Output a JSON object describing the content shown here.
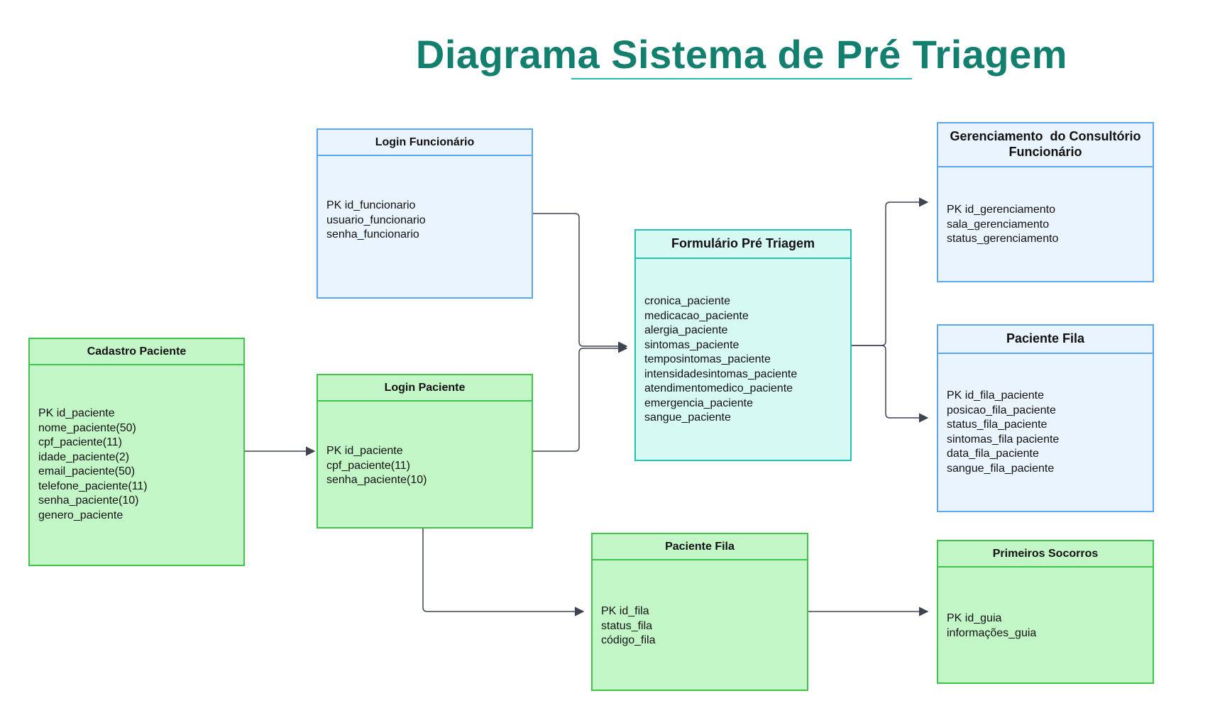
{
  "title": "Diagrama Sistema de Pré Triagem",
  "colors": {
    "title": "#13806f",
    "green_fill": "#c3f6c6",
    "green_border": "#3ec44b",
    "blue_fill": "#eaf4fe",
    "blue_border": "#5aa6ef",
    "teal_fill": "#d7f9f3",
    "teal_border": "#27bfae",
    "connector": "#3d4450"
  },
  "entities": {
    "cadastro_paciente": {
      "title": "Cadastro Paciente",
      "fields": [
        "PK id_paciente",
        "nome_paciente(50)",
        "cpf_paciente(11)",
        "idade_paciente(2)",
        "email_paciente(50)",
        "telefone_paciente(11)",
        "senha_paciente(10)",
        "genero_paciente"
      ]
    },
    "login_funcionario": {
      "title": "Login Funcionário",
      "fields": [
        "PK id_funcionario",
        "usuario_funcionario",
        "senha_funcionario"
      ]
    },
    "login_paciente": {
      "title": "Login Paciente",
      "fields": [
        "PK id_paciente",
        "cpf_paciente(11)",
        "senha_paciente(10)"
      ]
    },
    "formulario_pre_triagem": {
      "title": "Formulário Pré Triagem",
      "fields": [
        "cronica_paciente",
        "medicacao_paciente",
        "alergia_paciente",
        "sintomas_paciente",
        "temposintomas_paciente",
        "intensidadesintomas_paciente",
        "atendimentomedico_paciente",
        "emergencia_paciente",
        "sangue_paciente"
      ]
    },
    "gerenciamento_consultorio": {
      "title": "Gerenciamento  do Consultório Funcionário",
      "fields": [
        "PK id_gerenciamento",
        "sala_gerenciamento",
        "status_gerenciamento"
      ]
    },
    "paciente_fila_blue": {
      "title": "Paciente Fila",
      "fields": [
        "PK id_fila_paciente",
        "posicao_fila_paciente",
        "status_fila_paciente",
        "sintomas_fila paciente",
        "data_fila_paciente",
        "sangue_fila_paciente"
      ]
    },
    "paciente_fila_green": {
      "title": "Paciente Fila",
      "fields": [
        "PK id_fila",
        "status_fila",
        "código_fila"
      ]
    },
    "primeiros_socorros": {
      "title": "Primeiros Socorros",
      "fields": [
        "PK id_guia",
        "informações_guia"
      ]
    }
  },
  "relationships": [
    {
      "from": "cadastro_paciente",
      "to": "login_paciente"
    },
    {
      "from": "login_funcionario",
      "to": "formulario_pre_triagem"
    },
    {
      "from": "login_paciente",
      "to": "formulario_pre_triagem"
    },
    {
      "from": "formulario_pre_triagem",
      "to": "gerenciamento_consultorio"
    },
    {
      "from": "formulario_pre_triagem",
      "to": "paciente_fila_blue"
    },
    {
      "from": "login_paciente",
      "to": "paciente_fila_green"
    },
    {
      "from": "paciente_fila_green",
      "to": "primeiros_socorros"
    }
  ]
}
